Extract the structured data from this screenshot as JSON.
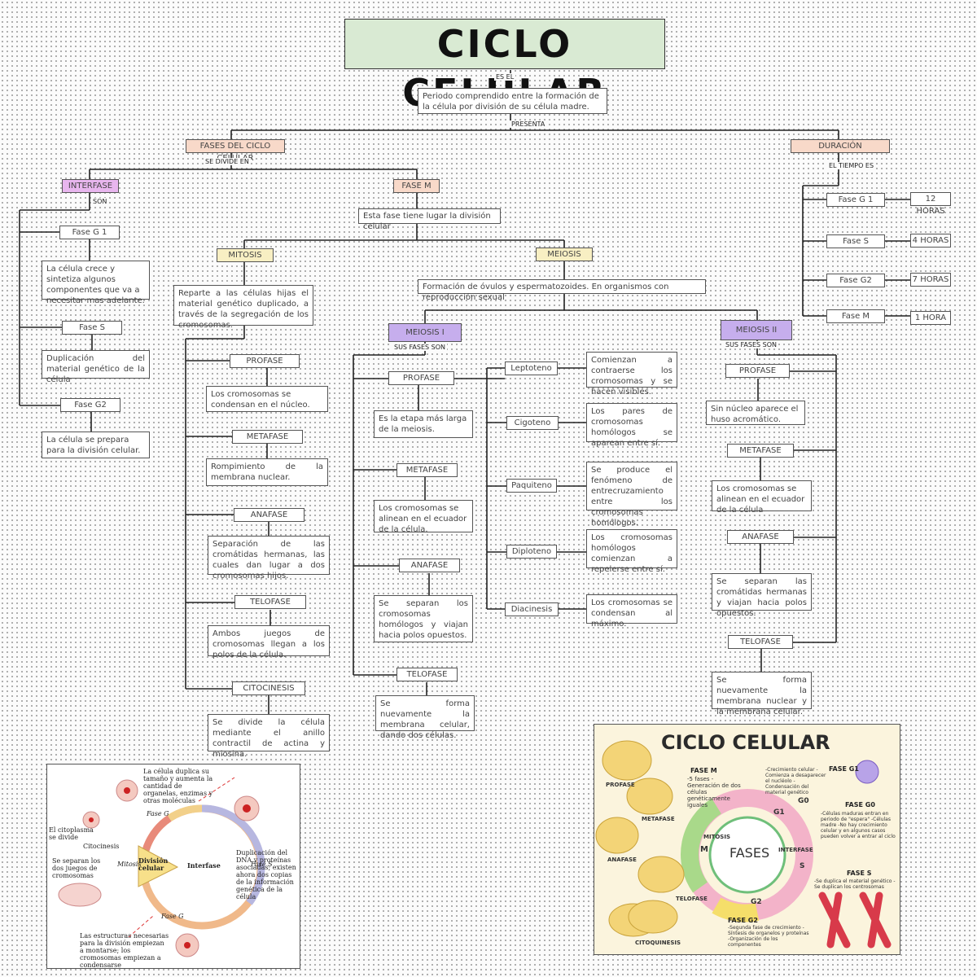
{
  "title": "CICLO CELULAR",
  "connectors": {
    "es_el": "ES EL",
    "presenta": "PRESENTA",
    "se_divide_en": "SE DIVIDE EN",
    "son1": "SON",
    "el_tiempo_es": "EL TIEMPO ES",
    "sus_fases_son_1": "SUS FASES SON",
    "sus_fases_son_2": "SUS FASES SON"
  },
  "definition": "Periodo comprendido entre la formación de la célula por división de su célula madre.",
  "fases_label": "FASES DEL CICLO CELULAR",
  "duracion_label": "DURACIÓN",
  "interfase": {
    "label": "INTERFASE",
    "g1": {
      "label": "Fase G 1",
      "desc": "La célula crece y sintetiza algunos componentes que va a necesitar mas adelante."
    },
    "s": {
      "label": "Fase S",
      "desc": "Duplicación del material genético de la célula"
    },
    "g2": {
      "label": "Fase G2",
      "desc": "La célula se prepara para la división celular."
    }
  },
  "fase_m": {
    "label": "FASE M",
    "desc": "Esta fase tiene lugar la división celular"
  },
  "mitosis": {
    "label": "MITOSIS",
    "desc": "Reparte a las células hijas el material genético duplicado, a través de la segregación de los cromosomas.",
    "profase": {
      "label": "PROFASE",
      "desc": "Los cromosomas se condensan en el núcleo."
    },
    "metafase": {
      "label": "METAFASE",
      "desc": "Rompimiento de la membrana nuclear."
    },
    "anafase": {
      "label": "ANAFASE",
      "desc": "Separación de las cromátidas hermanas, las cuales dan lugar a dos cromosomas hijos."
    },
    "telofase": {
      "label": "TELOFASE",
      "desc": "Ambos juegos de cromosomas llegan a los polos de la célula."
    },
    "citocinesis": {
      "label": "CITOCINESIS",
      "desc": "Se divide la célula mediante el anillo contractil de actina y miosina."
    }
  },
  "meiosis": {
    "label": "MEIOSIS",
    "desc": "Formación de óvulos y espermatozoides. En organismos con reproducción sexual",
    "m1": {
      "label": "MEIOSIS I",
      "profase": {
        "label": "PROFASE",
        "desc": "Es la etapa más larga de la meiosis."
      },
      "metafase": {
        "label": "METAFASE",
        "desc": "Los cromosomas se alinean en el ecuador de la célula."
      },
      "anafase": {
        "label": "ANAFASE",
        "desc": "Se separan los cromosomas homólogos y viajan hacia polos opuestos."
      },
      "telofase": {
        "label": "TELOFASE",
        "desc": "Se forma nuevamente la membrana celular, dando dos células."
      },
      "sub": [
        {
          "label": "Leptoteno",
          "desc": "Comienzan a contraerse los cromosomas y se hacen visibles."
        },
        {
          "label": "Cigoteno",
          "desc": "Los pares de cromosomas homólogos se aparean entre sí."
        },
        {
          "label": "Paquiteno",
          "desc": "Se produce el fenómeno de entrecruzamiento entre los cromosomas homólogos."
        },
        {
          "label": "Diploteno",
          "desc": "Los cromosomas homólogos comienzan a repelerse entre sí."
        },
        {
          "label": "Diacinesis",
          "desc": "Los cromosomas se condensan al máximo."
        }
      ]
    },
    "m2": {
      "label": "MEIOSIS II",
      "profase": {
        "label": "PROFASE",
        "desc": "Sin núcleo aparece el huso acromático."
      },
      "metafase": {
        "label": "METAFASE",
        "desc": "Los cromosomas se alinean en el ecuador de la célula"
      },
      "anafase": {
        "label": "ANAFASE",
        "desc": "Se separan las cromátidas hermanas y viajan hacia polos opuestos."
      },
      "telofase": {
        "label": "TELOFASE",
        "desc": "Se forma nuevamente la membrana nuclear y la membrana celular."
      }
    }
  },
  "duracion": [
    {
      "label": "Fase G 1",
      "time": "12 HORAS"
    },
    {
      "label": "Fase S",
      "time": "4 HORAS"
    },
    {
      "label": "Fase G2",
      "time": "7 HORAS"
    },
    {
      "label": "Fase M",
      "time": "1 HORA"
    }
  ],
  "figure_left": {
    "top_text": "La célula duplica su tamaño y aumenta la cantidad de organelas, enzimas y otras moléculas",
    "left_text1": "El citoplasma se divide",
    "citocinesis": "Citocinesis",
    "left_text2": "Se separan los dos juegos de cromosomas",
    "right_text": "Duplicación del DNA y proteínas asociadas; existen ahora dos copias de la información genética de la célula",
    "bottom_text": "Las estructuras necesarias para la división empiezan a montarse; los cromosomas empiezan a condensarse",
    "fase_g_top": "Fase G",
    "fase_g_bottom": "Fase G",
    "fase_s": "Fase S",
    "mitosis": "Mitosis",
    "division": "División celular",
    "interfase": "Interfase"
  },
  "figure_right": {
    "title": "CICLO CELULAR",
    "fase_m_title": "FASE M",
    "fase_m_text": "-5 fases -Generación de dos células genéticamente iguales",
    "fase_g1_title": "FASE G1",
    "fase_g1_text": "-Crecimiento celular -Comienza a desaparecer el nucléolo -Condensación del material genético",
    "fase_g0_title": "FASE G0",
    "fase_g0_text": "-Células maduras entran en periodo de \"espera\" -Células madre -No hay crecimiento celular y en algunos casos pueden volver a entrar al ciclo",
    "fase_s_title": "FASE S",
    "fase_s_text": "-Se duplica el material genético -Se duplican los centrosomas",
    "fase_g2_title": "FASE G2",
    "fase_g2_text": "-Segunda fase de crecimiento -Síntesis de organelos y proteínas -Organización de los componentes",
    "center": "FASES",
    "profase": "PROFASE",
    "metafase": "METAFASE",
    "anafase": "ANAFASE",
    "telofase": "TELOFASE",
    "citoquinesis": "CITOQUINESIS",
    "ring_mitosis": "MITOSIS",
    "ring_interfase": "INTERFASE",
    "ring_m": "M",
    "ring_g1": "G1",
    "ring_g0": "G0",
    "ring_s": "S",
    "ring_g2": "G2"
  }
}
